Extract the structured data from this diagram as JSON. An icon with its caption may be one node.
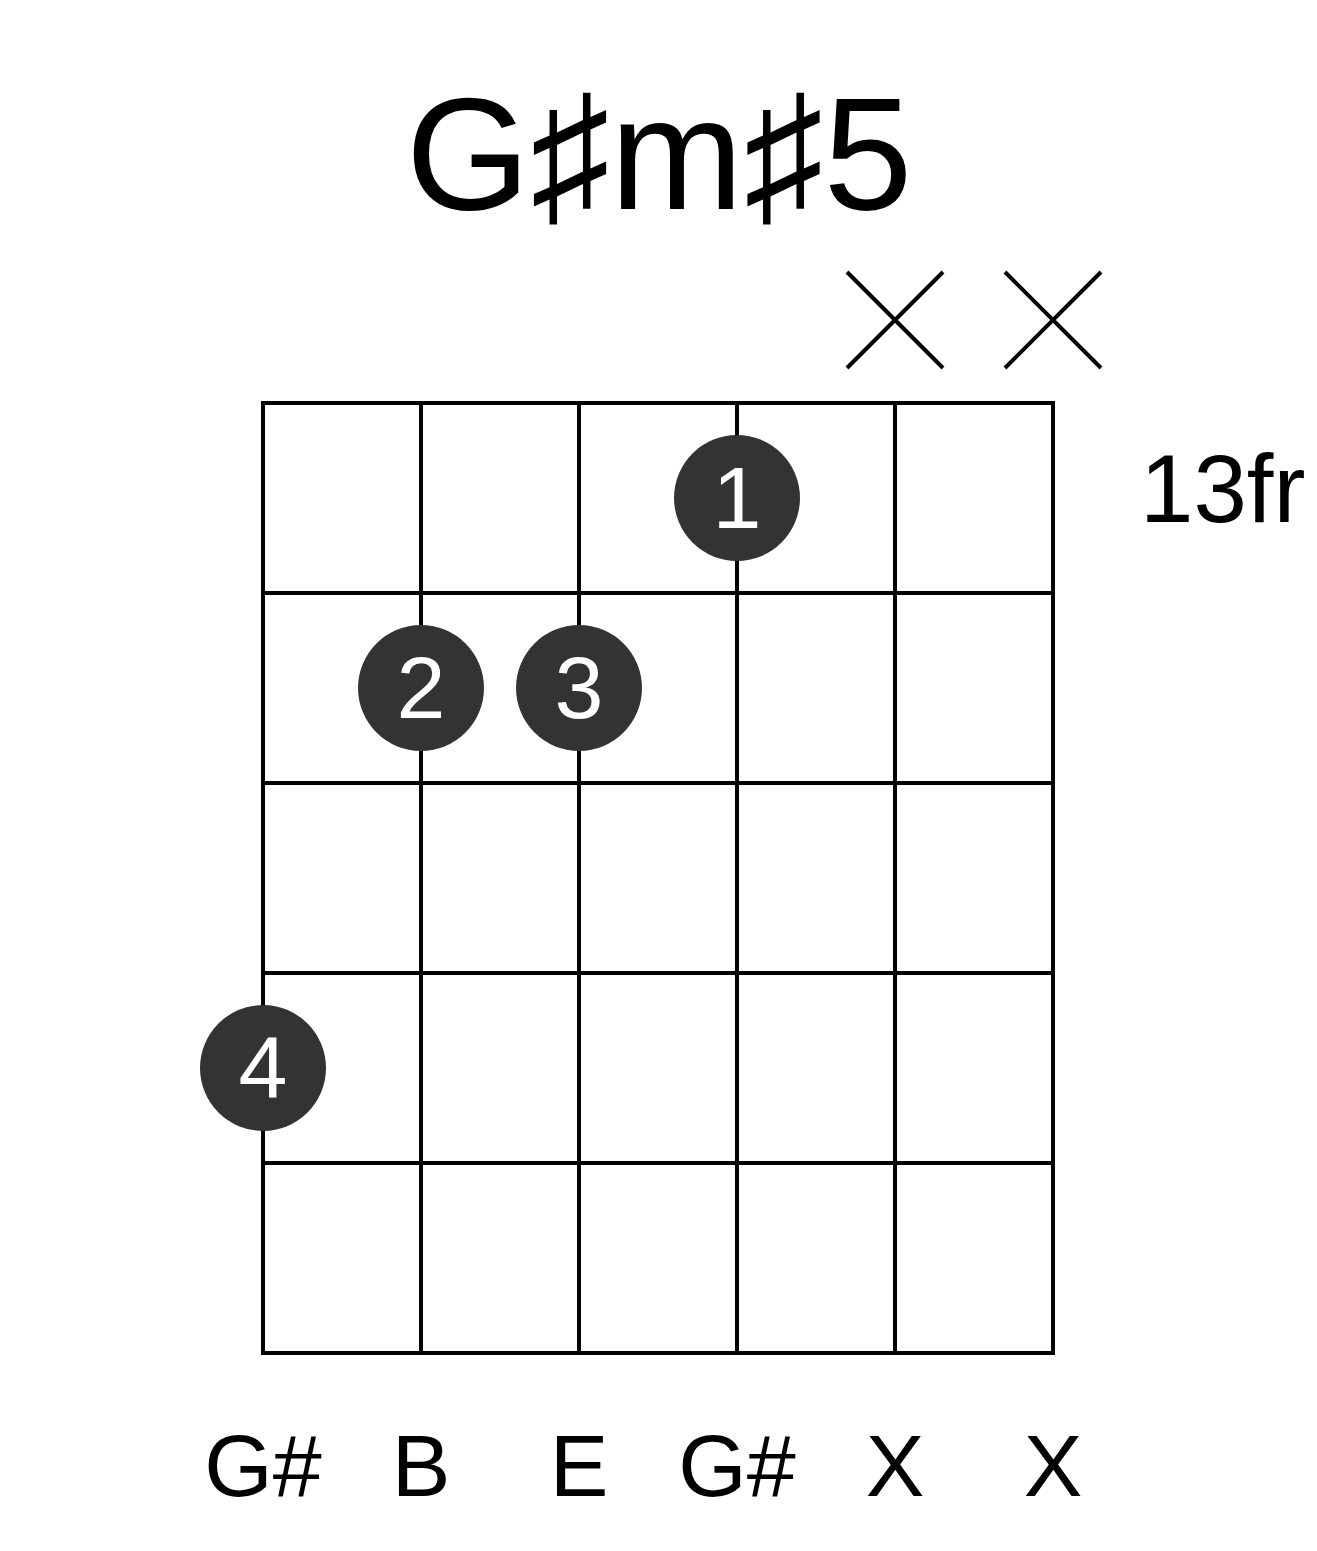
{
  "diagram": {
    "title": "G♯m♯5",
    "nodes": [
      {
        "text": [
          "1"
        ]
      },
      {
        "text": [
          "2"
        ]
      },
      {
        "text": [
          "3"
        ]
      },
      {
        "text": [
          "4"
        ]
      }
    ],
    "labels": [
      "13fr",
      "G#",
      "B",
      "E",
      "G#",
      "X",
      "X"
    ]
  }
}
